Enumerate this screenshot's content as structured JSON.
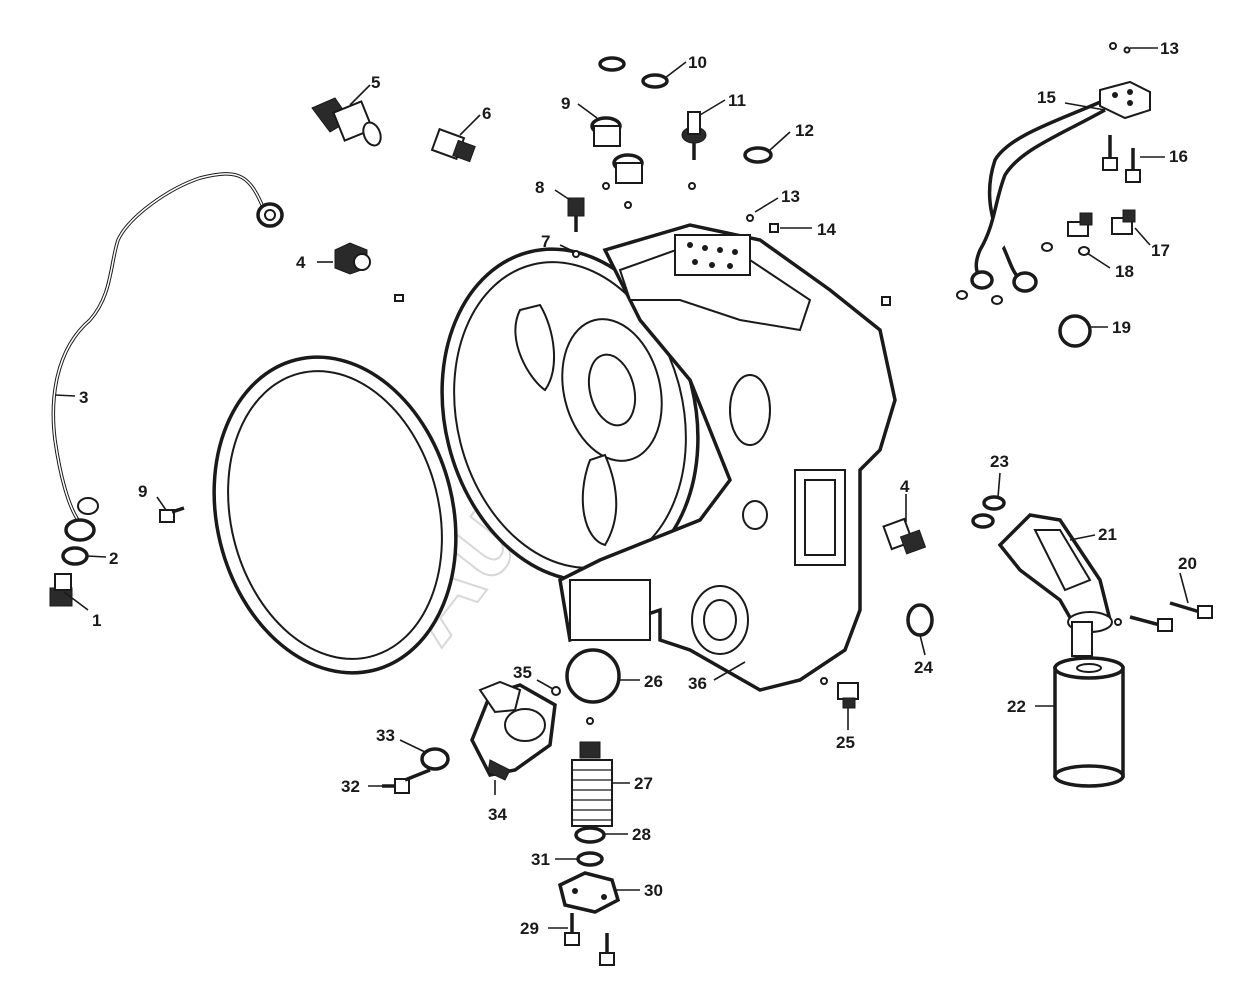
{
  "watermark": "Autodoc",
  "callouts": [
    {
      "id": "c1",
      "label": "1"
    },
    {
      "id": "c2",
      "label": "2"
    },
    {
      "id": "c3",
      "label": "3"
    },
    {
      "id": "c4a",
      "label": "4"
    },
    {
      "id": "c4b",
      "label": "4"
    },
    {
      "id": "c5",
      "label": "5"
    },
    {
      "id": "c6",
      "label": "6"
    },
    {
      "id": "c7",
      "label": "7"
    },
    {
      "id": "c8",
      "label": "8"
    },
    {
      "id": "c9a",
      "label": "9"
    },
    {
      "id": "c9b",
      "label": "9"
    },
    {
      "id": "c10",
      "label": "10"
    },
    {
      "id": "c11",
      "label": "11"
    },
    {
      "id": "c12",
      "label": "12"
    },
    {
      "id": "c13a",
      "label": "13"
    },
    {
      "id": "c13b",
      "label": "13"
    },
    {
      "id": "c14",
      "label": "14"
    },
    {
      "id": "c15",
      "label": "15"
    },
    {
      "id": "c16",
      "label": "16"
    },
    {
      "id": "c17",
      "label": "17"
    },
    {
      "id": "c18",
      "label": "18"
    },
    {
      "id": "c19",
      "label": "19"
    },
    {
      "id": "c20",
      "label": "20"
    },
    {
      "id": "c21",
      "label": "21"
    },
    {
      "id": "c22",
      "label": "22"
    },
    {
      "id": "c23",
      "label": "23"
    },
    {
      "id": "c24",
      "label": "24"
    },
    {
      "id": "c25",
      "label": "25"
    },
    {
      "id": "c26",
      "label": "26"
    },
    {
      "id": "c27",
      "label": "27"
    },
    {
      "id": "c28",
      "label": "28"
    },
    {
      "id": "c29",
      "label": "29"
    },
    {
      "id": "c30",
      "label": "30"
    },
    {
      "id": "c31",
      "label": "31"
    },
    {
      "id": "c32",
      "label": "32"
    },
    {
      "id": "c33",
      "label": "33"
    },
    {
      "id": "c34",
      "label": "34"
    },
    {
      "id": "c35",
      "label": "35"
    },
    {
      "id": "c36",
      "label": "36"
    }
  ]
}
